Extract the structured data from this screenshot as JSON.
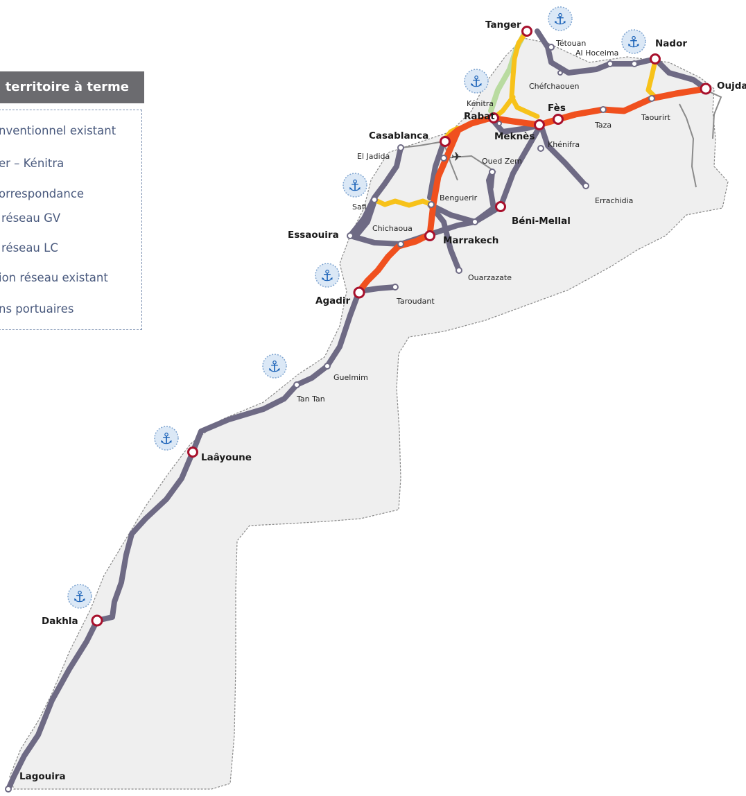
{
  "legend": {
    "title": "territoire à terme",
    "items": [
      "nventionnel existant",
      "er – Kénitra",
      "orrespondance",
      "réseau GV",
      "réseau LC",
      "ion réseau existant",
      "ns portuaires"
    ]
  },
  "colors": {
    "territory": "#efefef",
    "conventional_line": "#6e6a84",
    "high_speed_line": "#f0501e",
    "connection_line": "#f7c21a",
    "kenitra_tanger_line": "#b9dba0",
    "existing_network": "#8a8a8a",
    "city_node": "#a8102c",
    "port_anchor": "#1c63b8"
  },
  "map": {
    "major_cities": [
      "Tanger",
      "Nador",
      "Oujda",
      "Rabat",
      "Fès",
      "Meknès",
      "Casablanca",
      "Essaouira",
      "Marrakech",
      "Béni-Mellal",
      "Agadir",
      "Laâyoune",
      "Dakhla",
      "Lagouira"
    ],
    "towns": [
      "Tétouan",
      "Al Hoceima",
      "Chéfchaouen",
      "Kénitra",
      "Taza",
      "Taourirt",
      "El Jadida",
      "Oued Zem",
      "Khénifra",
      "Errachidia",
      "Safi",
      "Benguerir",
      "Chichaoua",
      "Ouarzazate",
      "Taroudant",
      "Guelmim",
      "Tan Tan"
    ],
    "ports": [
      "Tanger",
      "Nador",
      "Kénitra",
      "Safi",
      "Agadir",
      "Tan Tan",
      "Laâyoune",
      "Dakhla"
    ]
  }
}
